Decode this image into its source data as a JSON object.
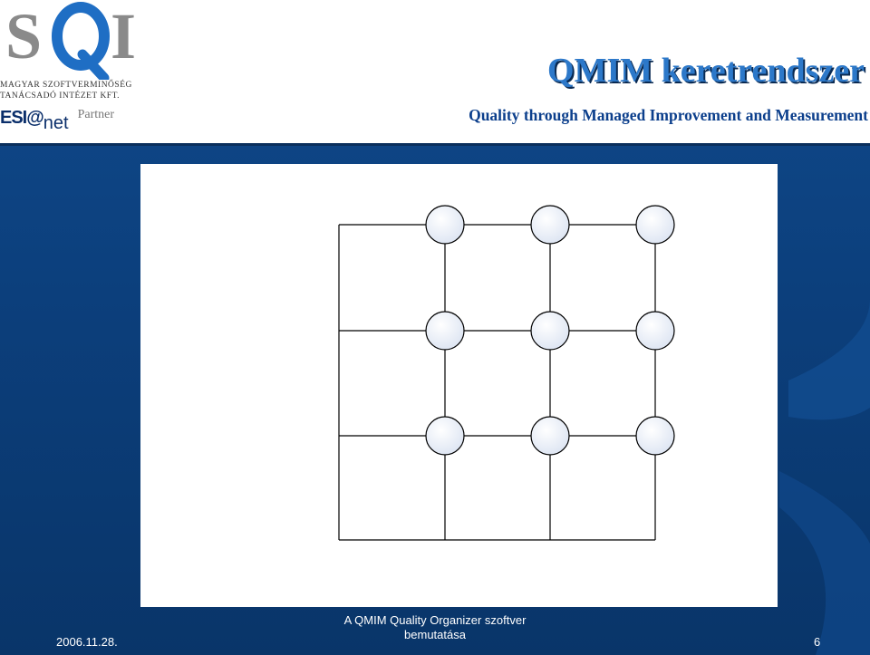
{
  "header": {
    "logo": {
      "letters_left": "S",
      "letters_right": "I",
      "line1": "MAGYAR SZOFTVERMINŐSÉG",
      "line2": "TANÁCSADÓ INTÉZET KFT.",
      "esi": "ESI@",
      "net": "net",
      "partner": "Partner"
    },
    "title": "QMIM keretrendszer",
    "subtitle": "Quality through Managed Improvement and Measurement"
  },
  "diagram": {
    "node_rows": 3,
    "node_cols": 3,
    "node_fill": "#dce4f2",
    "line_color": "#000000"
  },
  "footer": {
    "date": "2006.11.28.",
    "center_line1": "A QMIM Quality Organizer szoftver",
    "center_line2": "bemutatása",
    "page_number": "6"
  },
  "colors": {
    "background": "#0c3f7c",
    "title": "#2c78c9",
    "subtitle": "#0c3f8c"
  }
}
